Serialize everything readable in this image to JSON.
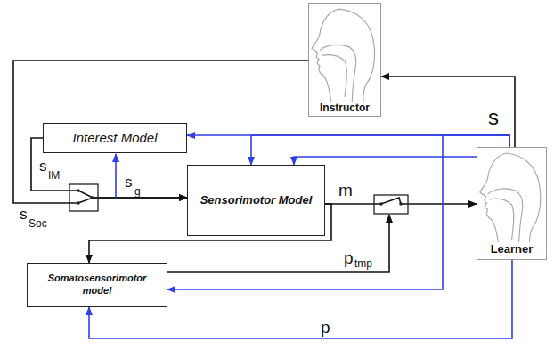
{
  "diagram": {
    "nodes": [
      {
        "text": [
          "Instructor"
        ]
      },
      {
        "text": [
          "Interest Model"
        ]
      },
      {
        "text": [
          "Sensorimotor Model"
        ]
      },
      {
        "text": [
          "Learner"
        ]
      },
      {
        "text": [
          "Somatosensorimotor model"
        ]
      }
    ],
    "edges": [
      {
        "from": 3,
        "to": 0,
        "arrow": "to"
      },
      {
        "from": 0,
        "to": 2,
        "arrow": "to"
      },
      {
        "from": 1,
        "to": 2,
        "arrow": "to"
      },
      {
        "from": 2,
        "to": 3,
        "arrow": "to"
      },
      {
        "from": 2,
        "to": 4,
        "arrow": "to"
      },
      {
        "from": 3,
        "to": 1,
        "arrow": "to"
      },
      {
        "from": 3,
        "to": 2,
        "arrow": "to"
      },
      {
        "from": 3,
        "to": 2,
        "arrow": "to"
      },
      {
        "from": 3,
        "to": 4,
        "arrow": "to"
      },
      {
        "from": 3,
        "to": 4,
        "arrow": "to"
      }
    ],
    "labels": [
      "s",
      "IM",
      "s",
      "Soc",
      "s",
      "g",
      "m",
      "p",
      "tmp",
      "s",
      "p"
    ]
  }
}
